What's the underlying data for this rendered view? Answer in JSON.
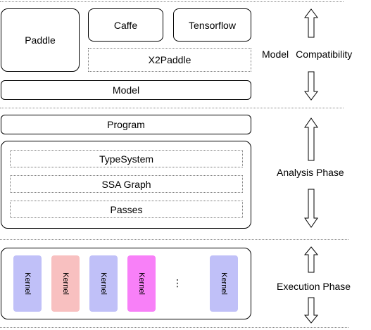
{
  "model_compat": {
    "paddle": "Paddle",
    "caffe": "Caffe",
    "tensorflow": "Tensorflow",
    "x2paddle": "X2Paddle",
    "model": "Model"
  },
  "analysis": {
    "program": "Program",
    "typesystem": "TypeSystem",
    "ssa_graph": "SSA Graph",
    "passes": "Passes"
  },
  "execution": {
    "kernels": [
      {
        "label": "Kernel",
        "color": "#c0c0f8"
      },
      {
        "label": "Kernel",
        "color": "#f8c0c0"
      },
      {
        "label": "Kernel",
        "color": "#c0c0f8"
      },
      {
        "label": "Kernel",
        "color": "#f880f8"
      },
      {
        "label": "Kernel",
        "color": "#c0c0f8"
      }
    ],
    "ellipsis": "⋮"
  },
  "phases": {
    "model_label_1": "Model",
    "model_label_2": "Compatibility",
    "analysis_label": "Analysis Phase",
    "execution_label": "Execution Phase"
  }
}
